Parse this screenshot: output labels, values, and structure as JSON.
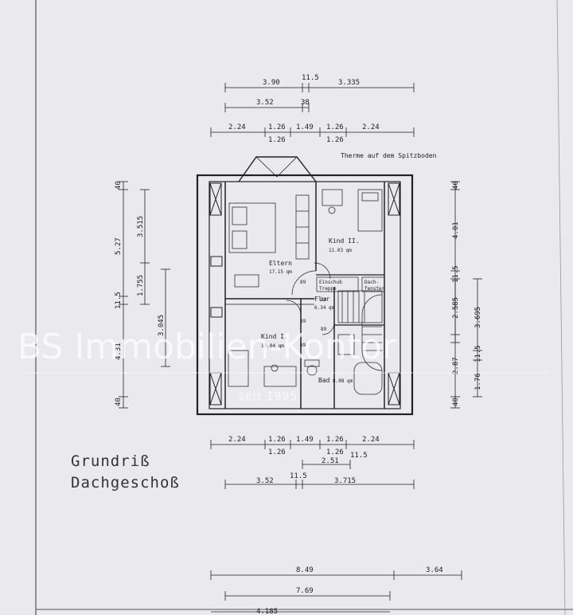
{
  "plan": {
    "title_line1": "Grundriß",
    "title_line2": "Dachgeschoß",
    "note": "Therme auf dem Spitzboden"
  },
  "rooms": {
    "kind2": {
      "name": "Kind II.",
      "area": "11.03 qm"
    },
    "eltern": {
      "name": "Eltern",
      "area": "17.15 qm"
    },
    "flur": {
      "name": "Flur",
      "area": "6.34 qm"
    },
    "kind1": {
      "name": "Kind I.",
      "area": "13.04 qm"
    },
    "bad": {
      "name": "Bad",
      "area": "8.08 qm"
    },
    "einschub": {
      "line1": "Einschub",
      "line2": "Treppe"
    },
    "dach": {
      "line1": "Dach-",
      "line2": "fenster"
    }
  },
  "dims": {
    "top_row1": [
      "3.90",
      "11.5",
      "3.335"
    ],
    "top_row2": [
      "3.52",
      "38"
    ],
    "top_row3": [
      "2.24",
      "1.26",
      "1.49",
      "1.26",
      "2.24"
    ],
    "top_row3_sub": [
      "1.26",
      "1.26"
    ],
    "left_outer": [
      "40",
      "5.27",
      "11.5",
      "4.31",
      "40"
    ],
    "left_inner": [
      "3.515",
      "1.755",
      "3.045"
    ],
    "right_outer": [
      "40",
      "4.01",
      "11.5",
      "2.87",
      "40"
    ],
    "right_inner": [
      "2.585",
      "3.695",
      "11.5",
      "1.76"
    ],
    "bottom_row1": [
      "2.24",
      "1.26",
      "1.49",
      "1.26",
      "2.24"
    ],
    "bottom_row1_sub": [
      "1.26",
      "1.26",
      "11.5"
    ],
    "bottom_row2": [
      "2.51"
    ],
    "bottom_row3": [
      "11.5",
      "3.52",
      "3.715"
    ],
    "foot_row1": [
      "8.49",
      "3.64"
    ],
    "foot_row2": [
      "7.69"
    ],
    "foot_row3": [
      "4.185"
    ],
    "door_widths": [
      "89",
      "89",
      "89",
      "89",
      "89"
    ]
  },
  "watermark": {
    "text": "BS Immobilien-Kontor",
    "sub": "seit 1995"
  },
  "colors": {
    "paper": "#e9e9ee",
    "ink": "#222222",
    "watermark": "#ffffff"
  }
}
